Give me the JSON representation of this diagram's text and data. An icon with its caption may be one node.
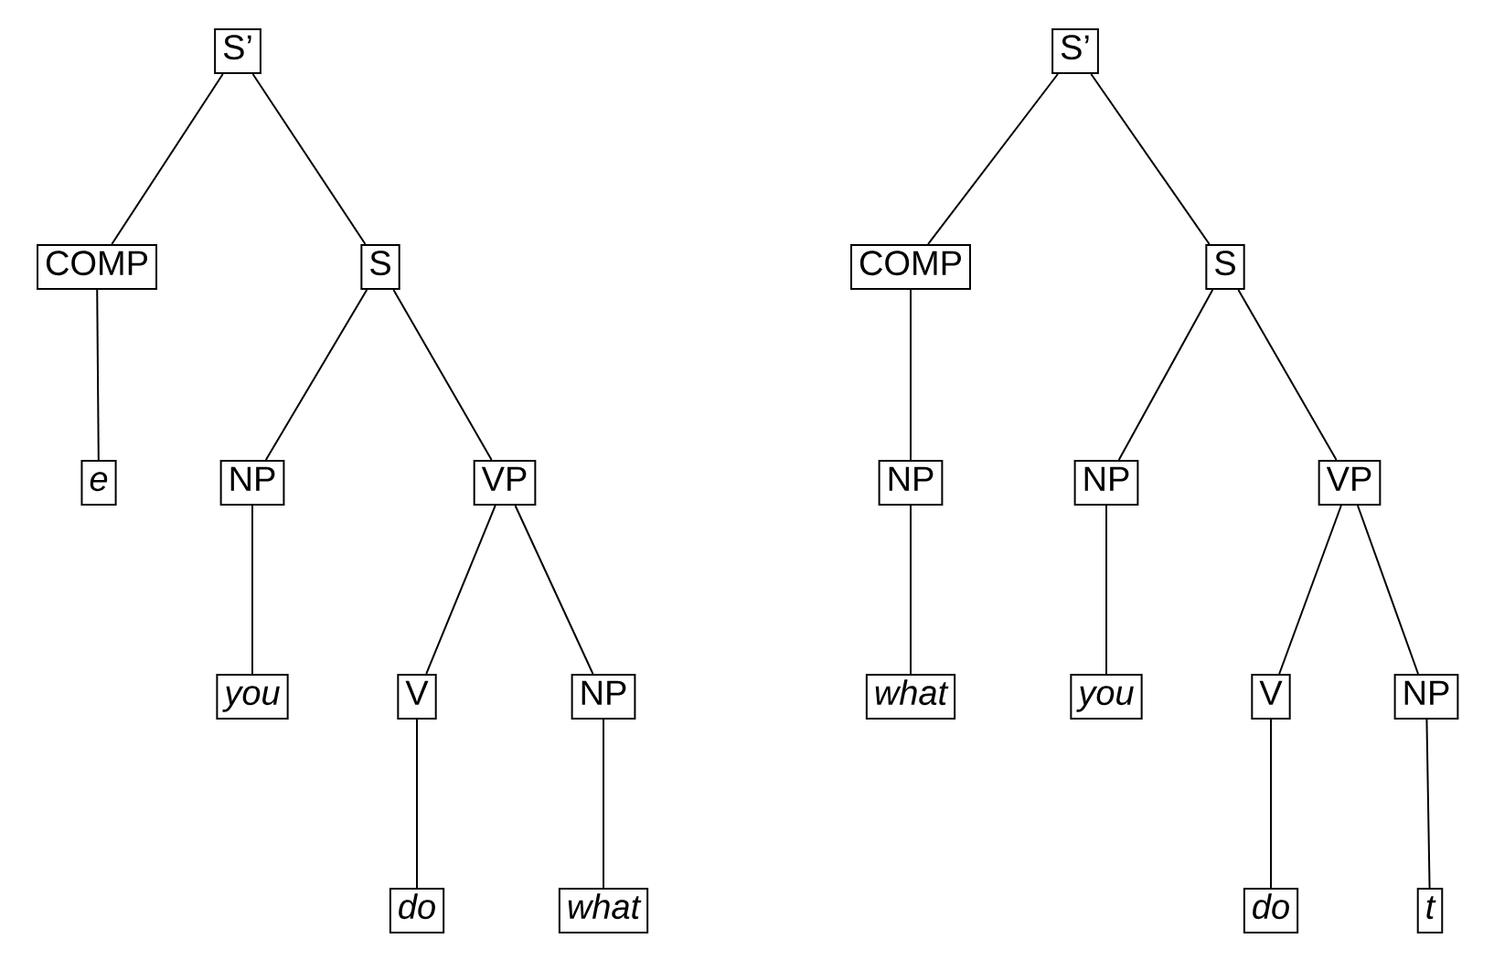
{
  "diagram": {
    "nodes": [
      {
        "text": [
          "S’"
        ]
      },
      {
        "text": [
          "COMP"
        ]
      },
      {
        "text": [
          "S"
        ]
      },
      {
        "text": [
          "e"
        ]
      },
      {
        "text": [
          "NP"
        ]
      },
      {
        "text": [
          "VP"
        ]
      },
      {
        "text": [
          "you"
        ]
      },
      {
        "text": [
          "V"
        ]
      },
      {
        "text": [
          "NP"
        ]
      },
      {
        "text": [
          "do"
        ]
      },
      {
        "text": [
          "what"
        ]
      },
      {
        "text": [
          "S’"
        ]
      },
      {
        "text": [
          "COMP"
        ]
      },
      {
        "text": [
          "S"
        ]
      },
      {
        "text": [
          "NP"
        ]
      },
      {
        "text": [
          "NP"
        ]
      },
      {
        "text": [
          "VP"
        ]
      },
      {
        "text": [
          "what"
        ]
      },
      {
        "text": [
          "you"
        ]
      },
      {
        "text": [
          "V"
        ]
      },
      {
        "text": [
          "NP"
        ]
      },
      {
        "text": [
          "do"
        ]
      },
      {
        "text": [
          "t"
        ]
      }
    ],
    "edges": [
      {
        "from": 0,
        "to": 1,
        "arrow": "none"
      },
      {
        "from": 0,
        "to": 2,
        "arrow": "none"
      },
      {
        "from": 1,
        "to": 3,
        "arrow": "none"
      },
      {
        "from": 2,
        "to": 4,
        "arrow": "none"
      },
      {
        "from": 2,
        "to": 5,
        "arrow": "none"
      },
      {
        "from": 4,
        "to": 6,
        "arrow": "none"
      },
      {
        "from": 5,
        "to": 7,
        "arrow": "none"
      },
      {
        "from": 5,
        "to": 8,
        "arrow": "none"
      },
      {
        "from": 7,
        "to": 9,
        "arrow": "none"
      },
      {
        "from": 8,
        "to": 10,
        "arrow": "none"
      },
      {
        "from": 11,
        "to": 12,
        "arrow": "none"
      },
      {
        "from": 11,
        "to": 13,
        "arrow": "none"
      },
      {
        "from": 12,
        "to": 14,
        "arrow": "none"
      },
      {
        "from": 13,
        "to": 15,
        "arrow": "none"
      },
      {
        "from": 13,
        "to": 16,
        "arrow": "none"
      },
      {
        "from": 14,
        "to": 17,
        "arrow": "none"
      },
      {
        "from": 15,
        "to": 18,
        "arrow": "none"
      },
      {
        "from": 16,
        "to": 19,
        "arrow": "none"
      },
      {
        "from": 16,
        "to": 20,
        "arrow": "none"
      },
      {
        "from": 19,
        "to": 21,
        "arrow": "none"
      },
      {
        "from": 20,
        "to": 22,
        "arrow": "none"
      }
    ]
  }
}
